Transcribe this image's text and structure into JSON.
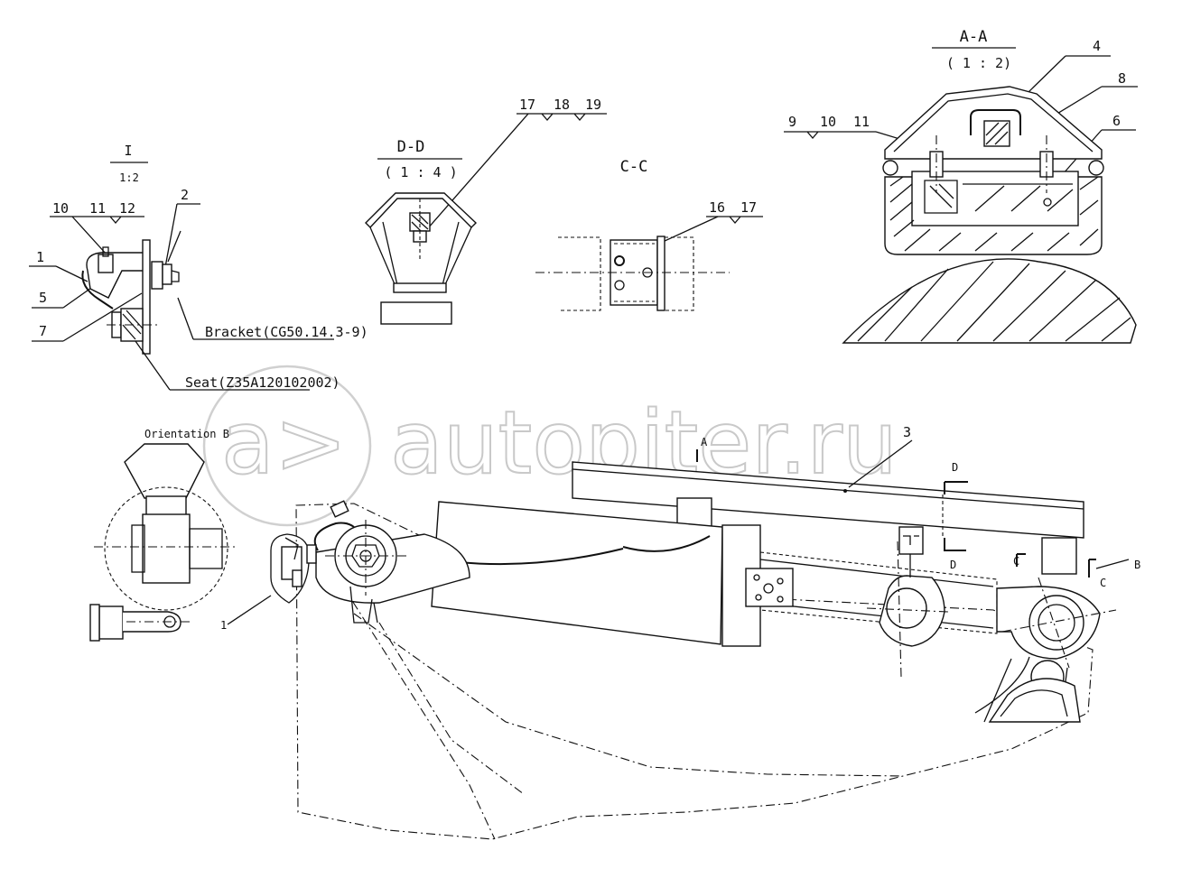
{
  "watermark": {
    "text": "autopiter.ru",
    "mark": "a>"
  },
  "detail_i": {
    "title": "I",
    "scale": "1:2",
    "callouts": [
      "10",
      "11",
      "12",
      "2",
      "1",
      "5",
      "7"
    ],
    "bracket_label": "Bracket(CG50.14.3-9)",
    "seat_label": "Seat(Z35A120102002)"
  },
  "section_dd": {
    "title": "D-D",
    "scale": "( 1 : 4 )",
    "callouts": [
      "17",
      "18",
      "19"
    ]
  },
  "section_cc": {
    "title": "C-C",
    "callouts": [
      "16",
      "17"
    ]
  },
  "section_aa": {
    "title": "A-A",
    "scale": "( 1 : 2)",
    "callouts": [
      "4",
      "8",
      "9",
      "10",
      "11",
      "6"
    ]
  },
  "orientation": {
    "title": "Orientation B"
  },
  "main_view": {
    "callouts": [
      "3",
      "1"
    ],
    "section_marks": [
      "A",
      "A",
      "D",
      "D",
      "C",
      "C",
      "B"
    ]
  }
}
